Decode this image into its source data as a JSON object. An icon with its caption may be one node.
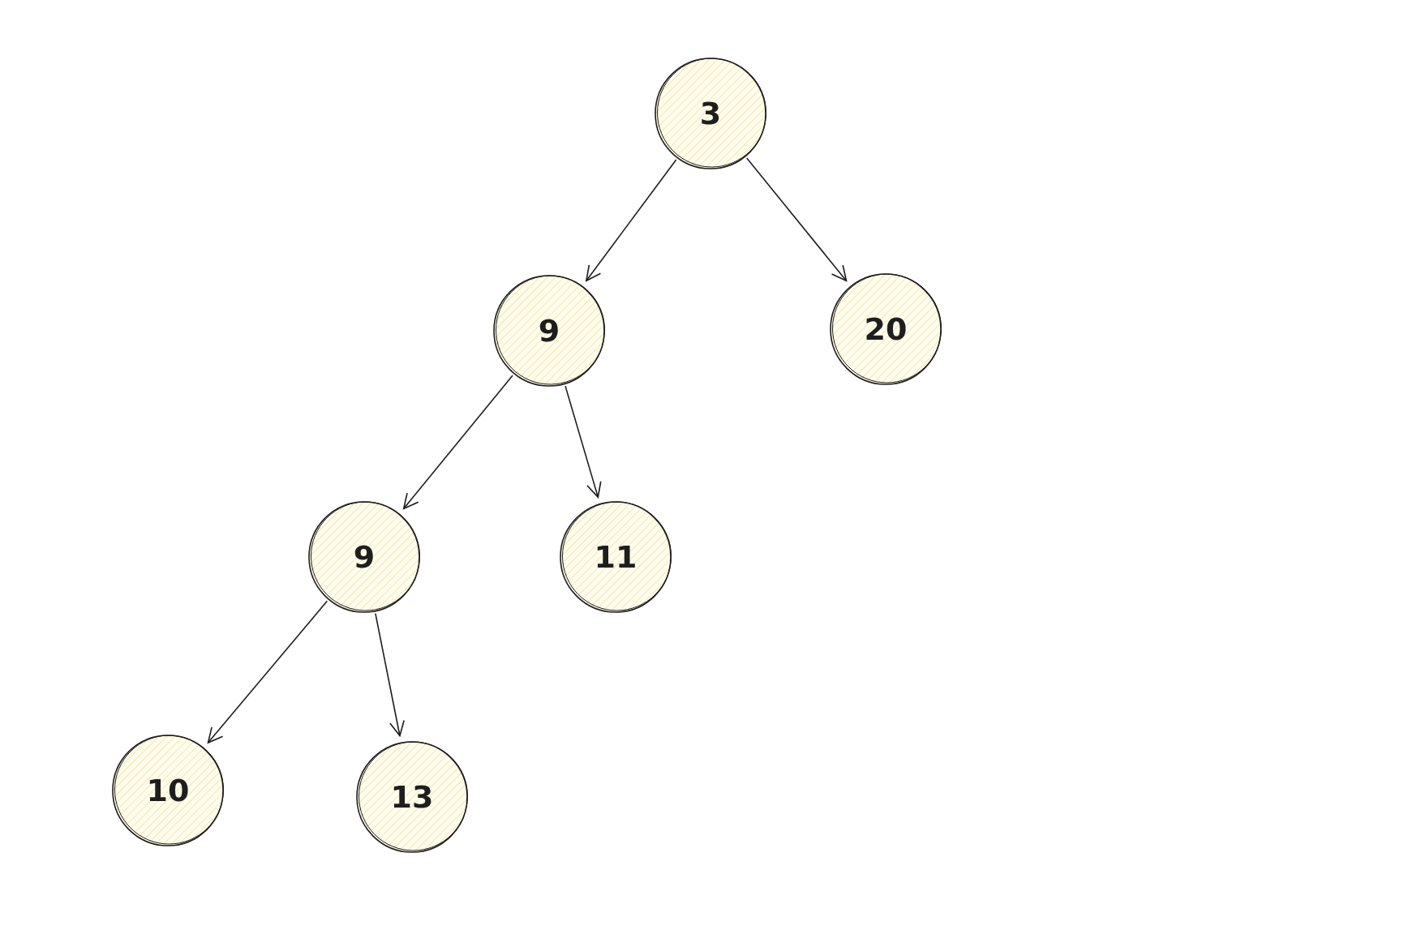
{
  "diagram": {
    "nodes": [
      {
        "text": [
          "3"
        ]
      },
      {
        "text": [
          "9"
        ]
      },
      {
        "text": [
          "20"
        ]
      },
      {
        "text": [
          "9"
        ]
      },
      {
        "text": [
          "11"
        ]
      },
      {
        "text": [
          "10"
        ]
      },
      {
        "text": [
          "13"
        ]
      }
    ],
    "edges": [
      {
        "from": 0,
        "to": 1,
        "arrow": "to"
      },
      {
        "from": 0,
        "to": 2,
        "arrow": "to"
      },
      {
        "from": 1,
        "to": 3,
        "arrow": "to"
      },
      {
        "from": 1,
        "to": 4,
        "arrow": "to"
      },
      {
        "from": 3,
        "to": 5,
        "arrow": "to"
      },
      {
        "from": 3,
        "to": 6,
        "arrow": "to"
      }
    ]
  }
}
